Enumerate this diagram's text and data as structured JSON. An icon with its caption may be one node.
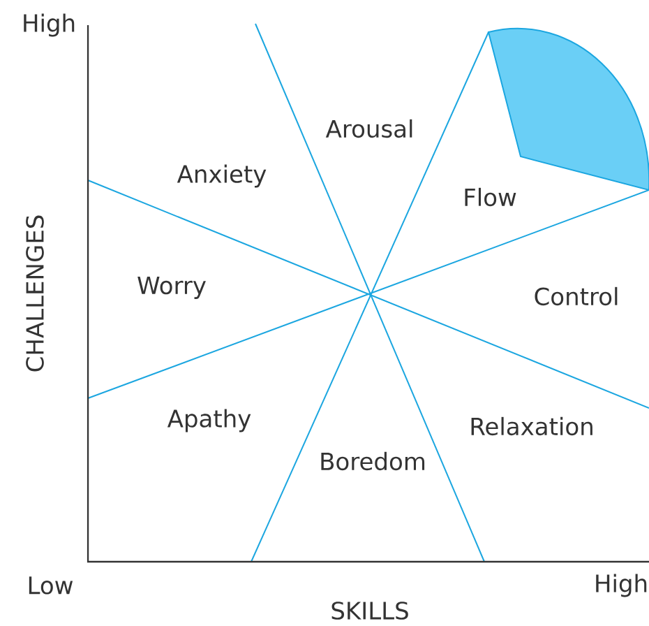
{
  "diagram": {
    "labels": [
      "High",
      "Arousal",
      "Anxiety",
      "Flow",
      "Worry",
      "Control",
      "Apathy",
      "Relaxation",
      "Boredom",
      "CHALLENGES",
      "Low",
      "High",
      "SKILLS"
    ]
  }
}
